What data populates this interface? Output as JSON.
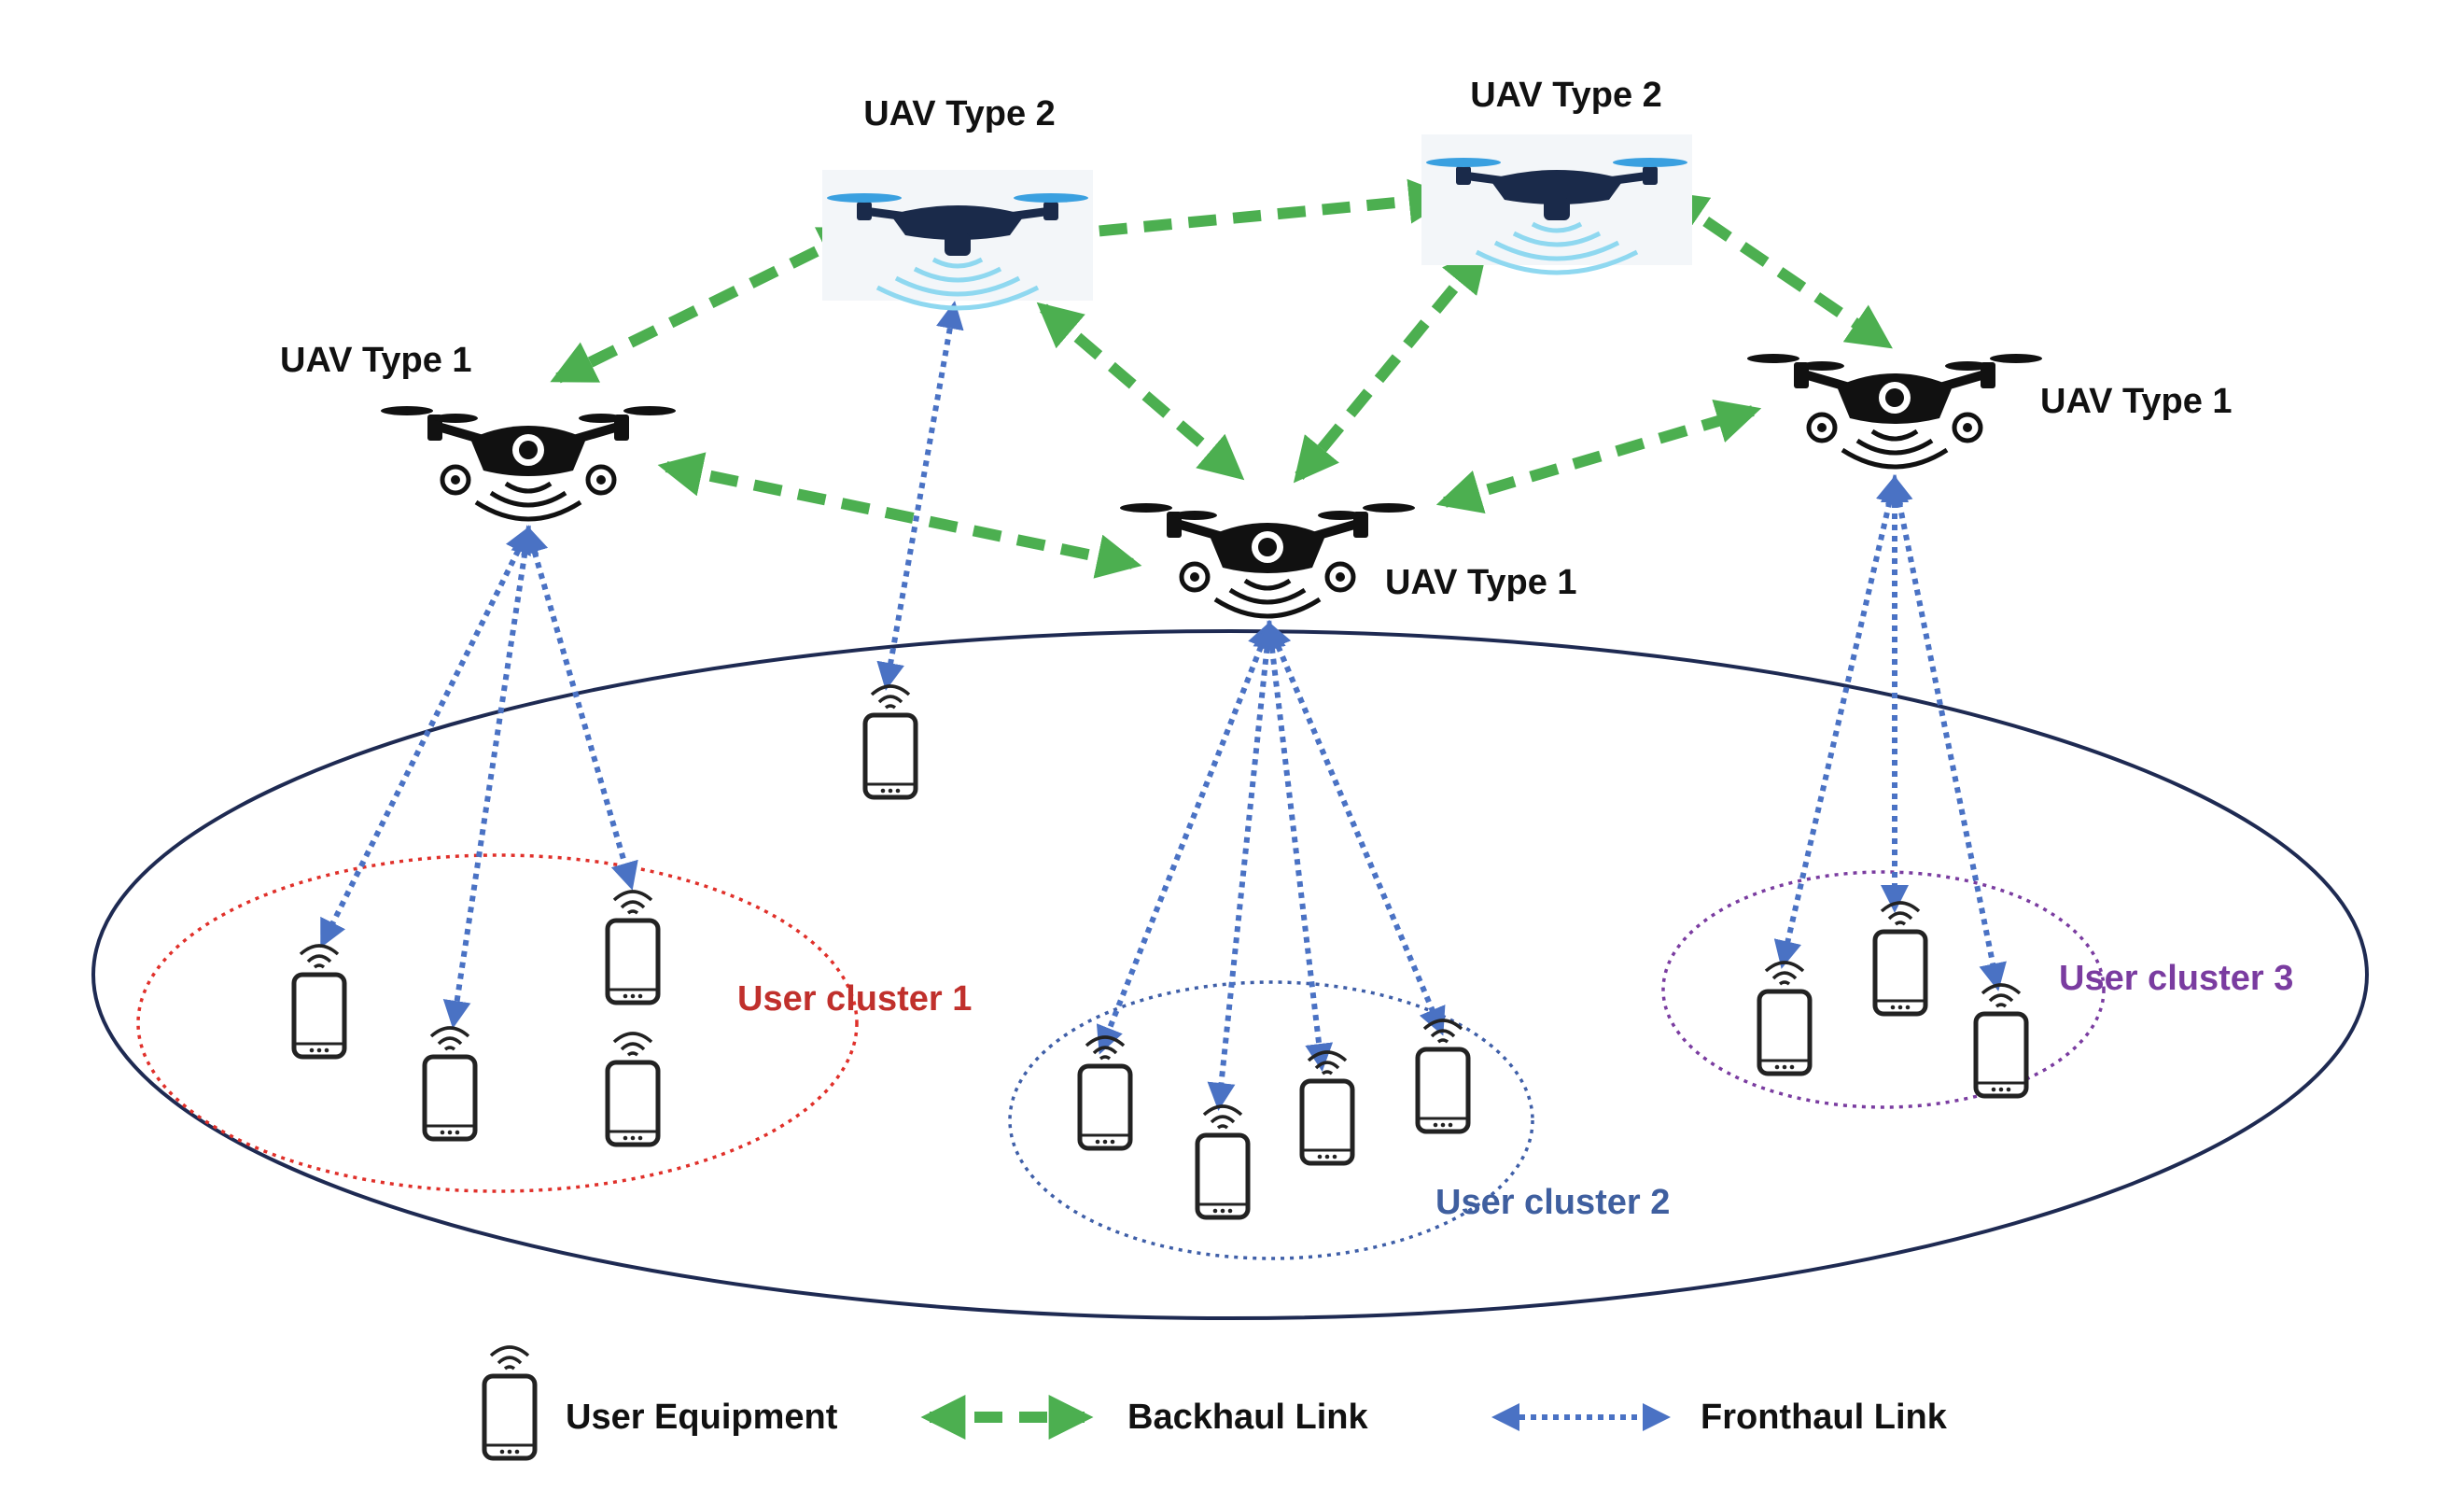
{
  "uavs": {
    "type2_left": {
      "label": "UAV Type 2"
    },
    "type2_right": {
      "label": "UAV Type 2"
    },
    "type1_left": {
      "label": "UAV Type 1"
    },
    "type1_center": {
      "label": "UAV Type 1"
    },
    "type1_right": {
      "label": "UAV Type 1"
    }
  },
  "clusters": [
    {
      "label": "User cluster 1",
      "color": "#c0302c"
    },
    {
      "label": "User cluster 2",
      "color": "#3f5f9f"
    },
    {
      "label": "User cluster 3",
      "color": "#7a3ca0"
    }
  ],
  "legend": {
    "ue": "User Equipment",
    "backhaul": "Backhaul Link",
    "fronthaul": "Fronthaul Link"
  },
  "colors": {
    "backhaul": "#4caf50",
    "fronthaul": "#4a72c4",
    "coverage": "#1e2a52",
    "drone_type1": "#111111",
    "drone_type2": "#1a2a4a",
    "propeller_type2": "#3aa0e0",
    "signal_type2": "#8fd8f0"
  }
}
